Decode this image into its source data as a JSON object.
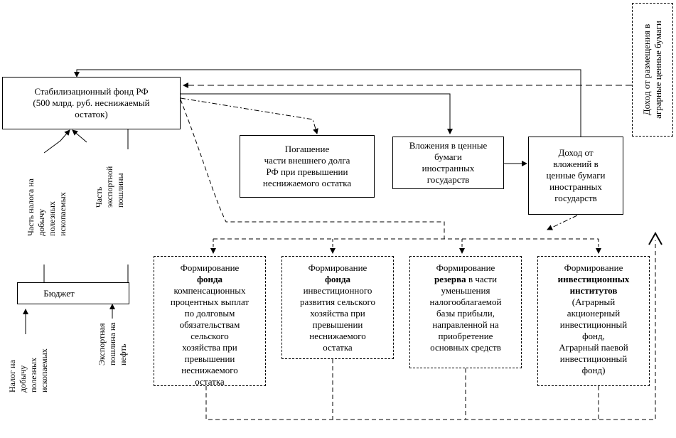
{
  "stab_fund": {
    "text": "Стабилизационный фонд РФ\n(500 млрд. руб. неснижаемый\nостаток)"
  },
  "repayment": {
    "text": "Погашение\nчасти внешнего долга\nРФ при превышении\nнеснижаемого остатка"
  },
  "investments": {
    "text": "Вложения в ценные\nбумаги\nиностранных\nгосударств"
  },
  "investment_income": {
    "text": "Доход от\nвложений в\nценные бумаги\nиностранных\nгосударств"
  },
  "agrar_income": {
    "text": "Доход от размещения в\nаграрные ценные бумаги"
  },
  "budget": {
    "text": "Бюджет"
  },
  "label_tax_part": "Часть налога на\nдобычу\nполезных\nископаемых",
  "label_export_part": "Часть\nэкспортной\nпошлины",
  "label_tax": "Налог на\nдобычу\nполезных\nископаемых",
  "label_export": "Экспортная\nпошлина на\nнефть",
  "form1": {
    "pre": "Формирование\n",
    "bold": "фонда",
    "post": "\nкомпенсационных\nпроцентных выплат\nпо долговым\nобязательствам\nсельского\nхозяйства при\nпревышении\nнеснижаемого\nостатка"
  },
  "form2": {
    "pre": "Формирование\n",
    "bold": "фонда",
    "post": "\nинвестиционного\nразвития сельского\nхозяйства при\nпревышении\nнеснижаемого\nостатка"
  },
  "form3": {
    "pre": "Формирование\n",
    "bold": "резерва",
    "post": " в части\nуменьшения\nналогооблагаемой\nбазы прибыли,\nнаправленной на\nприобретение\nосновных средств"
  },
  "form4": {
    "pre": "Формирование\n",
    "bold": "инвестиционных\nинститутов",
    "post": "\n(Аграрный\nакционерный\nинвестиционный\nфонд,\nАграрный паевой\nинвестиционный\nфонд)"
  }
}
